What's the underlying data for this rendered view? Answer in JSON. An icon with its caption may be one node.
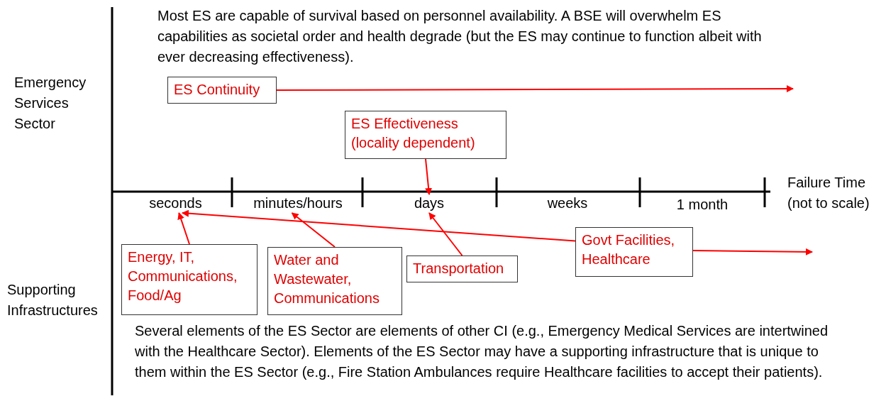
{
  "diagram": {
    "nodes": [
      {
        "text": [
          "ES Continuity"
        ]
      },
      {
        "text": [
          "ES Effectiveness (locality dependent)"
        ]
      },
      {
        "text": [
          "seconds"
        ]
      },
      {
        "text": [
          "minutes/hours"
        ]
      },
      {
        "text": [
          "days"
        ]
      },
      {
        "text": [
          "weeks"
        ]
      },
      {
        "text": [
          "1 month"
        ]
      },
      {
        "text": [
          "Energy, IT, Communications, Food/Ag"
        ]
      },
      {
        "text": [
          "Water and Wastewater, Communications"
        ]
      },
      {
        "text": [
          "Transportation"
        ]
      },
      {
        "text": [
          "Govt Facilities, Healthcare"
        ]
      }
    ],
    "edges": [
      {
        "from": 0,
        "to": null,
        "arrow": "to"
      },
      {
        "from": 1,
        "to": 4,
        "arrow": "to"
      },
      {
        "from": 7,
        "to": 2,
        "arrow": "to"
      },
      {
        "from": 8,
        "to": 3,
        "arrow": "to"
      },
      {
        "from": 9,
        "to": 4,
        "arrow": "to"
      },
      {
        "from": 10,
        "to": 2,
        "arrow": "to"
      },
      {
        "from": 10,
        "to": null,
        "arrow": "to"
      }
    ],
    "labels": [
      "Most ES are capable of survival based on personnel availability. A BSE will overwhelm ES capabilities as societal order and health degrade (but the ES may continue to function albeit with ever decreasing effectiveness).",
      "Emergency Services Sector",
      "Failure Time (not to scale)",
      "Supporting Infrastructures",
      "Several elements of the ES Sector are elements of other CI (e.g., Emergency Medical Services are intertwined with the Healthcare Sector). Elements of the ES Sector may have a supporting infrastructure that is unique to them within the ES Sector (e.g., Fire Station Ambulances require Healthcare facilities to accept their patients)."
    ]
  }
}
